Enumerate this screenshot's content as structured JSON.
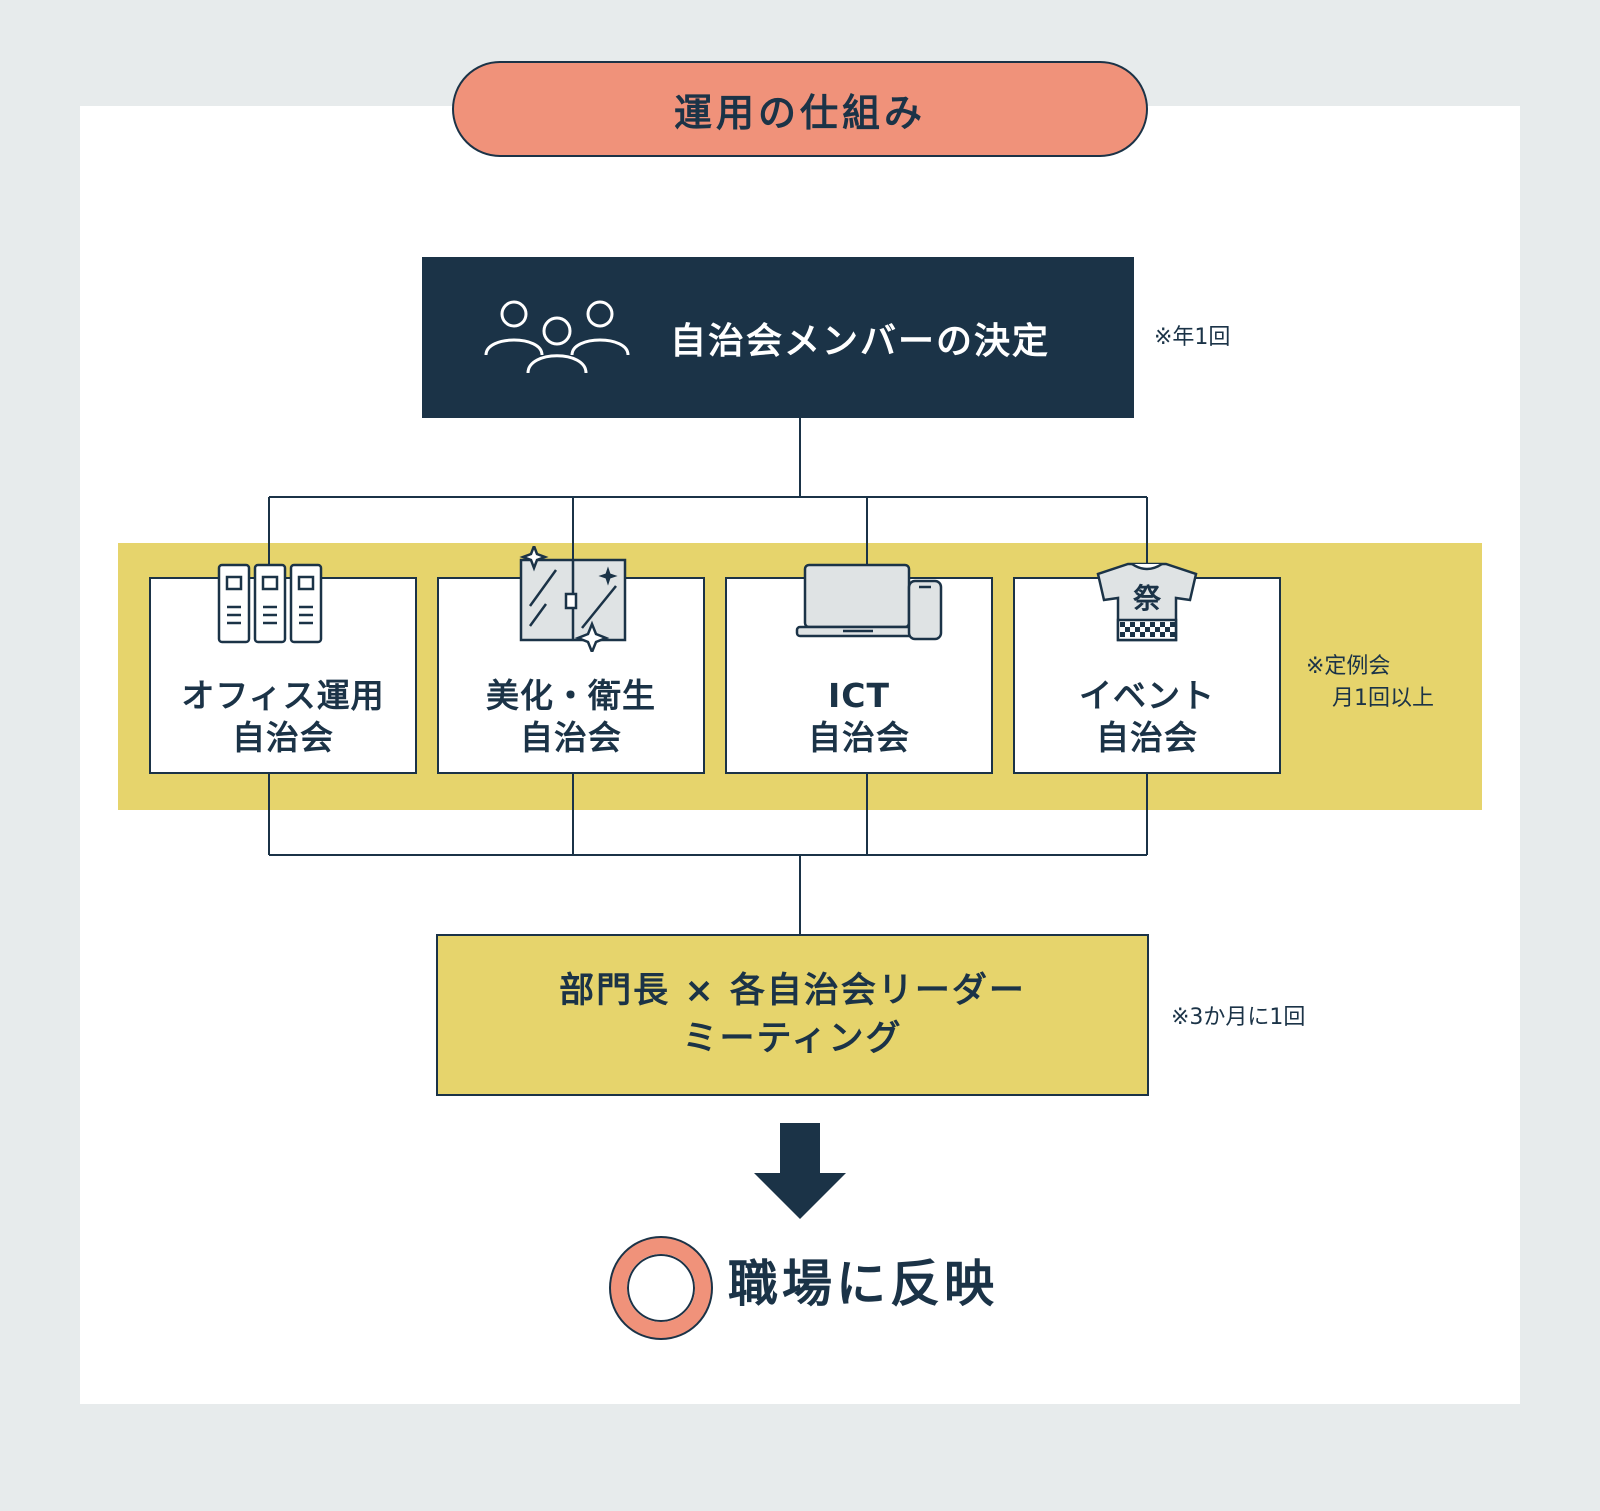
{
  "title": "運用の仕組み",
  "top": {
    "label": "自治会メンバーの決定",
    "icon": "people-group-icon",
    "note": "※年1回"
  },
  "committees": [
    {
      "line1": "オフィス運用",
      "line2": "自治会",
      "icon": "binders-icon"
    },
    {
      "line1": "美化・衛生",
      "line2": "自治会",
      "icon": "clean-window-icon"
    },
    {
      "line1": "ICT",
      "line2": "自治会",
      "icon": "laptop-phone-icon"
    },
    {
      "line1": "イベント",
      "line2": "自治会",
      "icon": "festival-happi-icon",
      "icon_text": "祭"
    }
  ],
  "committee_note": {
    "line1": "※定例会",
    "line2": "月1回以上"
  },
  "meeting": {
    "line1": "部門長 × 各自治会リーダー",
    "line2": "ミーティング",
    "note": "※3か月に1回"
  },
  "result": {
    "label": "職場に反映"
  },
  "colors": {
    "navy": "#1b3347",
    "salmon": "#f0927a",
    "mustard": "#e6d46c",
    "background": "#e7ebec"
  }
}
